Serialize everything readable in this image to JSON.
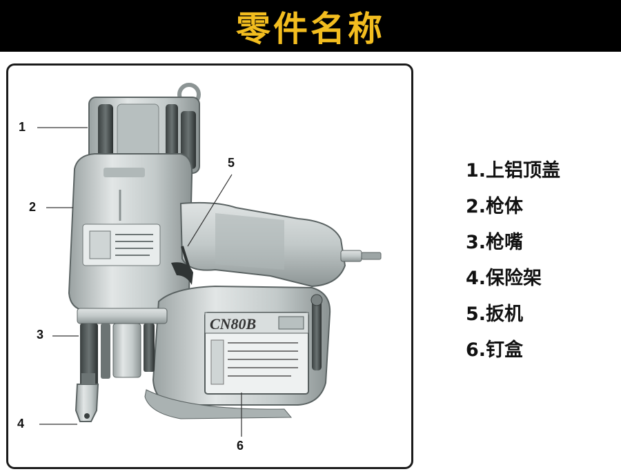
{
  "banner": {
    "title": "零件名称"
  },
  "diagram": {
    "model_label": "CN80B",
    "callouts": [
      "1",
      "2",
      "3",
      "4",
      "5",
      "6"
    ]
  },
  "parts": [
    "1.上铝顶盖",
    "2.枪体",
    "3.枪嘴",
    "4.保险架",
    "5.扳机",
    "6.钉盒"
  ],
  "colors": {
    "banner_bg": "#000000",
    "banner_text": "#f3bd1f",
    "tool_body": "#c9cfcf",
    "tool_shadow": "#7d8585",
    "tool_dark": "#2e3333"
  }
}
